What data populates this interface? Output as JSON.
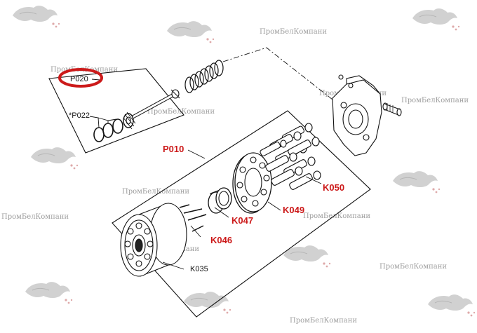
{
  "watermark": {
    "text": "ПромБелКомпани"
  },
  "labels": {
    "p020": "P020",
    "p022": "*P022",
    "p010": "P010",
    "k050": "K050",
    "k049": "K049",
    "k047": "K047",
    "k046": "K046",
    "k035": "K035"
  },
  "colors": {
    "line": "#111111",
    "accent_red": "#cc1a1a",
    "watermark": "#9a9a9a"
  }
}
